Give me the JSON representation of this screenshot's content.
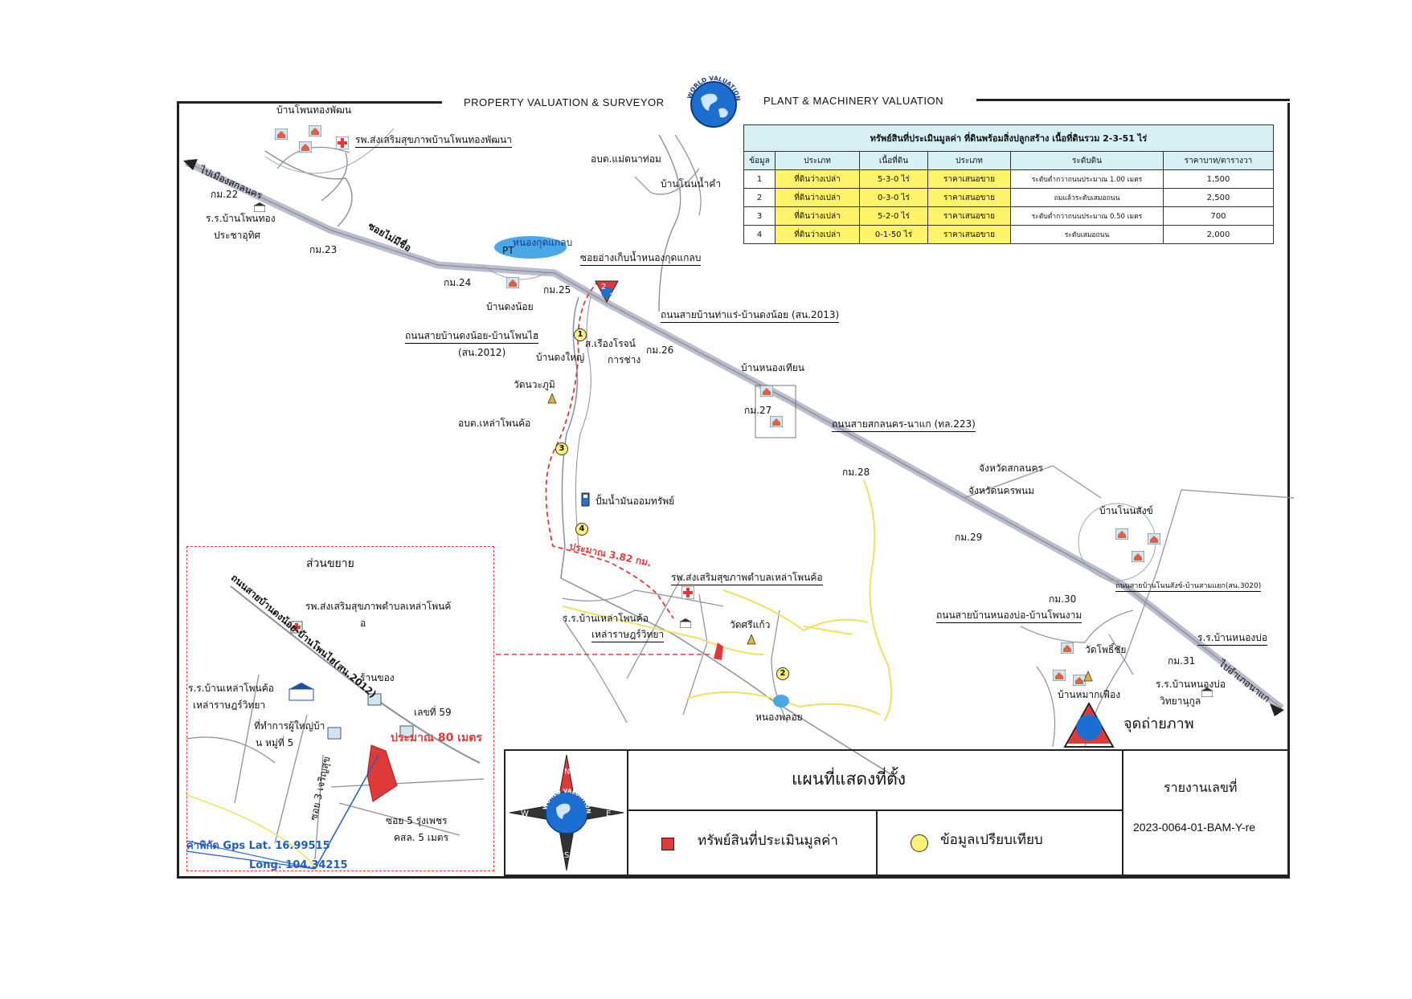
{
  "header": {
    "left_text": "PROPERTY VALUATION & SURVEYOR",
    "right_text": "PLANT & MACHINERY VALUATION",
    "logo_text": "WORLD VALUATION"
  },
  "table": {
    "title": "ทรัพย์สินที่ประเมินมูลค่า ที่ดินพร้อมสิ่งปลูกสร้าง เนื้อที่ดินรวม 2-3-51 ไร่",
    "columns": [
      "ข้อมูล",
      "ประเภท",
      "เนื้อที่ดิน",
      "ประเภท",
      "ระดับดิน",
      "ราคาบาท/ตารางวา"
    ],
    "rows": [
      [
        "1",
        "ที่ดินว่างเปล่า",
        "5-3-0 ไร่",
        "ราคาเสนอขาย",
        "ระดับต่ำกว่าถนนประมาณ 1.00 เมตร",
        "1,500"
      ],
      [
        "2",
        "ที่ดินว่างเปล่า",
        "0-3-0 ไร่",
        "ราคาเสนอขาย",
        "ถมแล้วระดับเสมอถนน",
        "2,500"
      ],
      [
        "3",
        "ที่ดินว่างเปล่า",
        "5-2-0 ไร่",
        "ราคาเสนอขาย",
        "ระดับต่ำกว่าถนนประมาณ 0.50 เมตร",
        "700"
      ],
      [
        "4",
        "ที่ดินว่างเปล่า",
        "0-1-50 ไร่",
        "ราคาเสนอขาย",
        "ระดับเสมอถนน",
        "2,000"
      ]
    ]
  },
  "map": {
    "village_top": "บ้านโพนทองพัฒน",
    "hospital_top": "รพ.ส่งเสริมสุขภาพบ้านโพนทองพัฒนา",
    "to_sakon": "ไปเมืองสกลนคร",
    "km22": "กม.22",
    "school_top_1": "ร.ร.บ้านโพนทอง",
    "school_top_2": "ประชาอุทิศ",
    "km23": "กม.23",
    "soi_mai_mi_chue": "ซอยไม่มีชื่อ",
    "pt": "PT",
    "pond": "หนองกุดแกลบ",
    "soi_pond": "ซอยอ่างเก็บน้ำหนองกุดแกลบ",
    "obt_maenam": "อบต.แม่ดนาท่อม",
    "ban_non_nam_kham": "บ้านโนนน้ำคำ",
    "km24": "กม.24",
    "km25": "กม.25",
    "ban_dong_noi": "บ้านดงน้อย",
    "road_2013": "ถนนสายบ้านท่าแร่-บ้านดงน้อย (สน.2013)",
    "road_2012_1": "ถนนสายบ้านดงน้อย-บ้านโพนไฮ",
    "road_2012_2": "(สน.2012)",
    "ban_dong_yai": "บ้านดงใหญ่",
    "garage_1": "ส.เรืองโรจน์",
    "garage_2": "การช่าง",
    "km26": "กม.26",
    "wat_waka": "วัดนวะภูมิ",
    "ban_nong_tian": "บ้านหนองเทียน",
    "km27": "กม.27",
    "road_223": "ถนนสายสกลนคร-นาแก (ทล.223)",
    "obt_lao": "อบต.เหล่าโพนค้อ",
    "km28": "กม.28",
    "prov_sakon": "จังหวัดสกลนคร",
    "prov_nakhon": "จังหวัดนครพนม",
    "gas_station": "ปั้มน้ำมันออมทรัพย์",
    "ban_non_sang": "บ้านโนนสังข์",
    "km29": "กม.29",
    "distance": "ประมาณ 3.82 กม.",
    "hospital_mid": "รพ.ส่งเสริมสุขภาพตำบลเหล่าโพนค้อ",
    "road_3020": "ถนนสายบ้านโนนสังข์-บ้านสามแยก(สน.3020)",
    "km30": "กม.30",
    "school_mid_1": "ร.ร.บ้านเหล่าโพนค้อ",
    "school_mid_2": "เหล่าราษฎร์วิทยา",
    "wat_srikaew": "วัดศรีแก้ว",
    "road_nong_bo": "ถนนสายบ้านหนองบ่อ-บ้านโพนงาม",
    "wat_pho": "วัดโพธิ์ชัย",
    "school_nongbo": "ร.ร.บ้านหนองบ่อ",
    "km31": "กม.31",
    "to_na_kae": "ไปอำเภอนาแก",
    "ban_mak": "บ้านหมากเฟือง",
    "school_nongbo_2a": "ร.ร.บ้านหนองบ่อ",
    "school_nongbo_2b": "วิทยานุกูล",
    "nong_ploi": "หนองพลอย",
    "photo_point": "จุดถ่ายภาพ"
  },
  "inset": {
    "title": "ส่วนขยาย",
    "road": "ถนนสายบ้านดงน้อย-บ้านโพนไฮ(สน.2012)",
    "hospital_1": "รพ.ส่งเสริมสุขภาพตำบลเหล่าโพนค้",
    "hospital_2": "อ",
    "shop": "ร้านของ",
    "school_1": "ร.ร.บ้านเหล่าโพนค้อ",
    "school_2": "เหล่าราษฎร์วิทยา",
    "lek_ti": "เลขที่ 59",
    "headman_1": "ที่ทำการผู้ใหญ่บ้า",
    "headman_2": "น หมู่ที่ 5",
    "distance": "ประมาณ 80 เมตร",
    "soi3": "ซอย 3 เจริญสุข",
    "soi5": "ซอย 5 รุ่งเพชร",
    "road_width": "คสล. 5 เมตร",
    "gps_lat": "ค่าพิกัด Gps Lat. 16.99515",
    "gps_long": "Long. 104.34215"
  },
  "legend": {
    "compass_n": "N",
    "compass_s": "S",
    "compass_e": "E",
    "compass_w": "W",
    "compass_ring": "WORLD VALUATION",
    "map_title": "แผนที่แสดงที่ตั้ง",
    "report_label": "รายงานเลขที่",
    "report_no": "2023-0064-01-BAM-Y-re",
    "subject_label": "ทรัพย์สินที่ประเมินมูลค่า",
    "comparable_label": "ข้อมูลเปรียบเทียบ"
  },
  "colors": {
    "subject": "#e0393a",
    "comparable": "#fff176",
    "road": "#c9cdd8",
    "table_header": "#d6f0f4",
    "table_value": "#fff36a",
    "pond": "#4aa8e8",
    "yellow_line": "#f0e060",
    "dashed": "#e03a3a",
    "gps": "#1f5fb8"
  }
}
